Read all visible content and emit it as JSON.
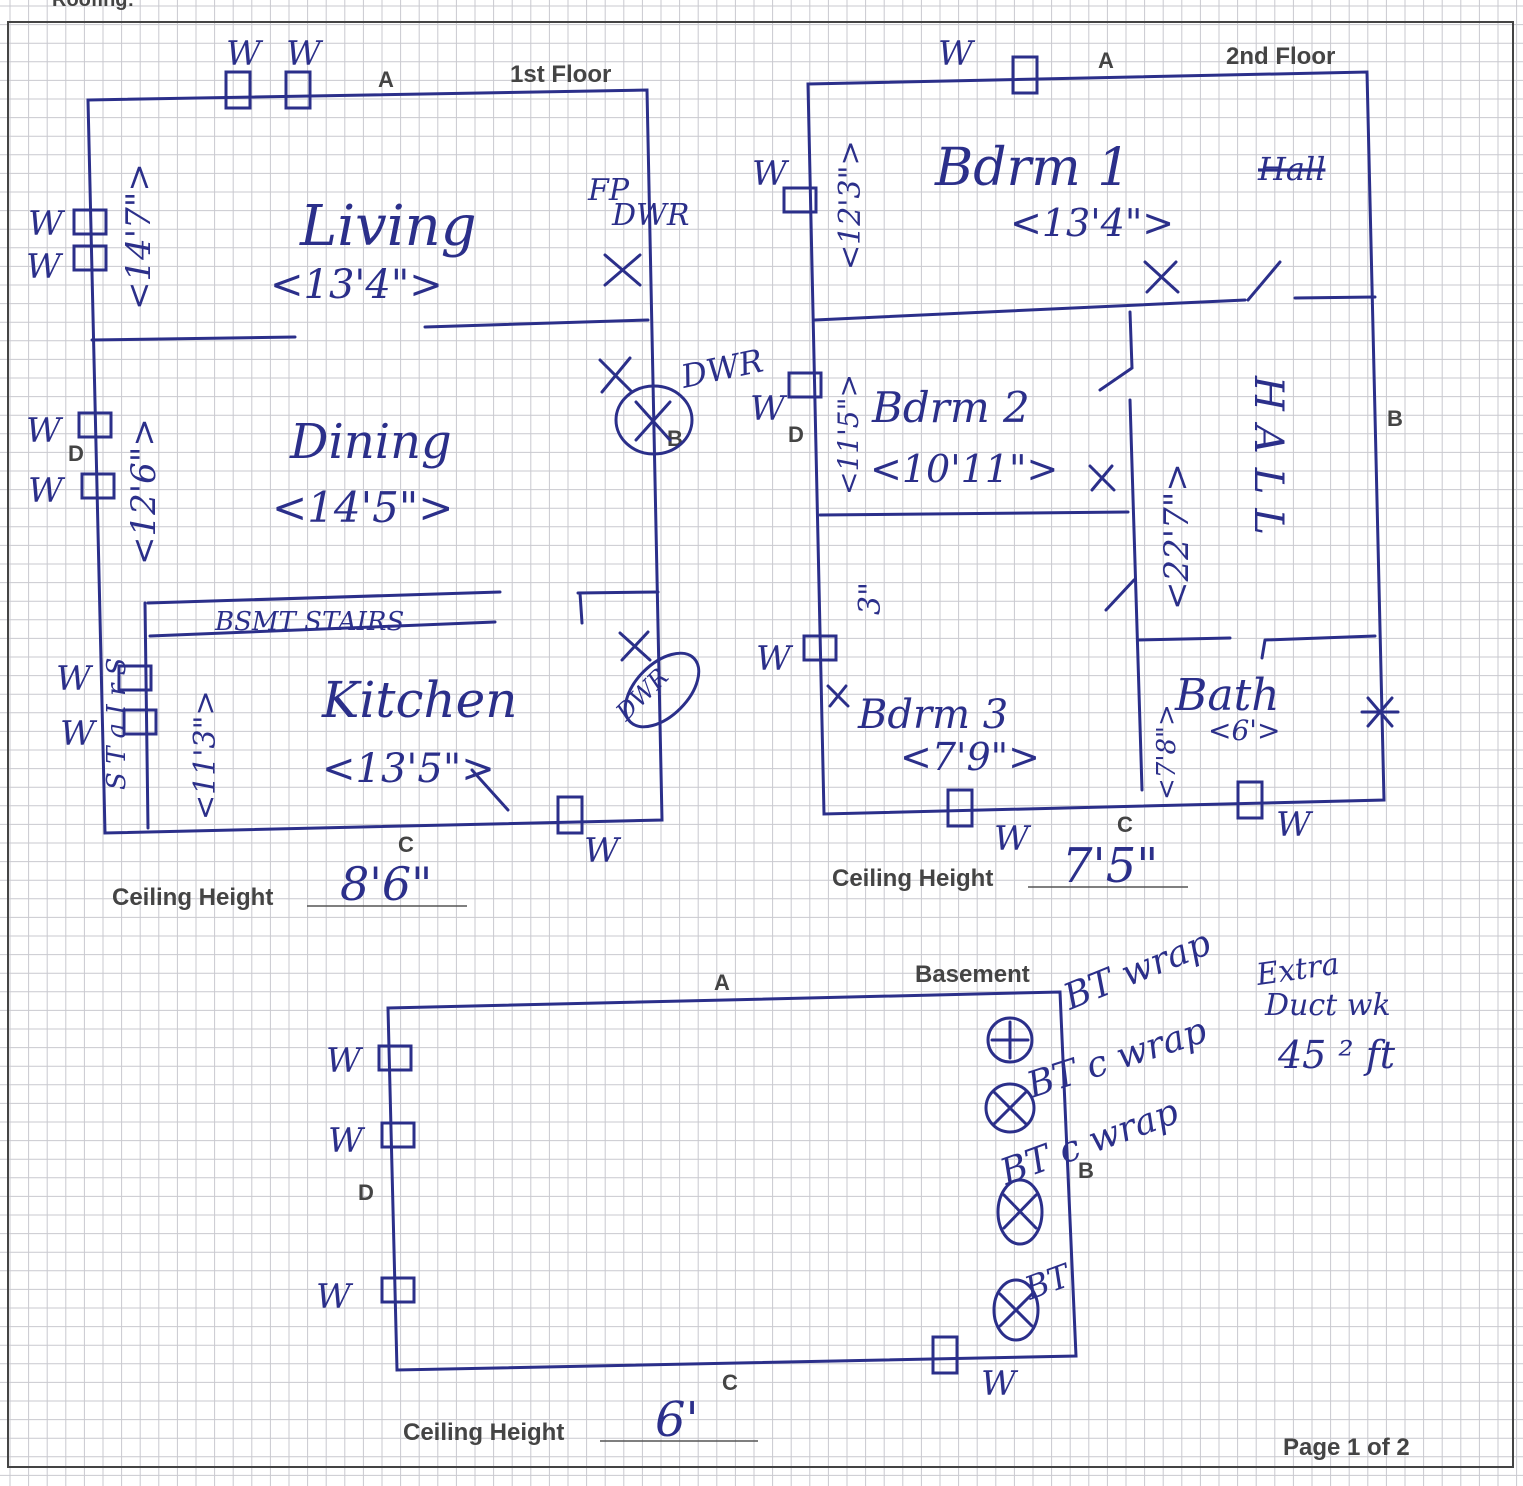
{
  "header": {
    "heading_fragment": "Roofing:"
  },
  "footer": {
    "page_label": "Page 1 of 2"
  },
  "side_labels": {
    "a": "A",
    "b": "B",
    "c": "C",
    "d": "D"
  },
  "ceiling_label": "Ceiling Height",
  "floors": {
    "first": {
      "title": "1st Floor",
      "ceiling_value": "8'6\"",
      "rooms": {
        "living": {
          "name": "Living",
          "dim": "<13'4\">",
          "side": "<14'7\">"
        },
        "dining": {
          "name": "Dining",
          "dim": "<14'5\">",
          "side": "<12'6\">"
        },
        "kitchen": {
          "name": "Kitchen",
          "dim": "<13'5\">",
          "side": "<11'3\">"
        }
      },
      "stairs_label": "BSMT STAIRS",
      "notes": {
        "fp": "FP",
        "dwr1": "DWR",
        "dwr2": "DWR",
        "dwr3": "DWR"
      }
    },
    "second": {
      "title": "2nd Floor",
      "ceiling_value": "7'5\"",
      "rooms": {
        "bdrm1": {
          "name": "Bdrm 1",
          "dim": "<13'4\">",
          "side": "<12'3\">"
        },
        "bdrm2": {
          "name": "Bdrm 2",
          "dim": "<10'11\">",
          "side": "<11'5\">"
        },
        "bdrm3": {
          "name": "Bdrm 3",
          "dim": "<7'9\">",
          "side": "3\""
        },
        "hall": {
          "name": "HALL",
          "side": "<22'7\">"
        },
        "bath": {
          "name": "Bath",
          "dim": "<6'>",
          "side": "<7'8\">"
        }
      }
    },
    "basement": {
      "title": "Basement",
      "ceiling_value": "6'",
      "notes": {
        "bt1": "BT wrap",
        "bt2": "BT c wrap",
        "bt3": "BT c wrap",
        "bt4": "BT"
      },
      "extra": {
        "line1": "Extra",
        "line2": "Duct wk",
        "line3": "45 ² ft"
      }
    }
  },
  "window_mark": "W",
  "stairs_side": "S T a I r S"
}
